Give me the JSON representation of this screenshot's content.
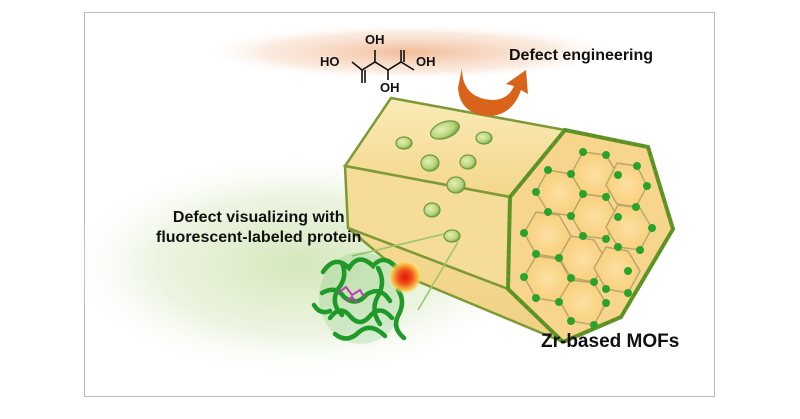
{
  "labels": {
    "defect_engineering": "Defect engineering",
    "defect_visualizing_line1": "Defect visualizing with",
    "defect_visualizing_line2": "fluorescent-labeled protein",
    "zr_mofs": "Zr-based MOFs"
  },
  "molecule": {
    "oh_top_left": "OH",
    "ho_left": "HO",
    "oh_right": "OH",
    "oh_bottom": "OH"
  },
  "colors": {
    "tube_face": "#f6dd98",
    "tube_edge": "#6f8f25",
    "hex_fill": "#fbd27e",
    "node_green": "#2aa32a",
    "arrow": "#d9631b",
    "glow_green": "#dcebc4",
    "glow_orange": "#f3c7a6",
    "protein": "#21a52b",
    "dye": "#b03aa6",
    "fluorophore": "#f24a1e"
  }
}
